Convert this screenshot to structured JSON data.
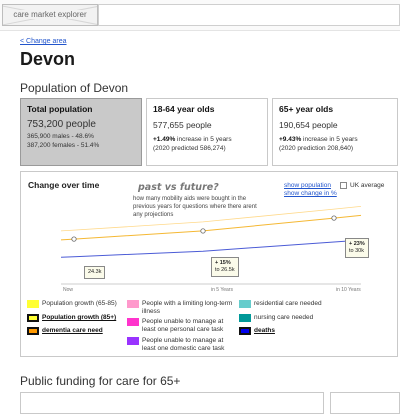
{
  "app": {
    "tab_label": "care market explorer"
  },
  "nav": {
    "change_area": "< Change area"
  },
  "page": {
    "title": "Devon",
    "section_population": "Population of Devon",
    "section_funding": "Public funding for care for 65+"
  },
  "cards": [
    {
      "title": "Total population",
      "value": "753,200 people",
      "line1": "365,900 males - 48.6%",
      "line2": "387,200 females - 51.4%"
    },
    {
      "title": "18-64 year olds",
      "value": "577,655 people",
      "pct": "+1.49%",
      "line1": " increase in 5 years",
      "line2": "(2020 predicted 586,274)"
    },
    {
      "title": "65+ year olds",
      "value": "190,654 people",
      "pct": "+9.43%",
      "line1": " increase in 5 years",
      "line2": "(2020 prediction 208,640)"
    }
  ],
  "chart": {
    "title": "Change over time",
    "callout_title": "past vs future?",
    "callout_text": "how many mobility aids were bought in the previous years for questions where there arent any projections",
    "show_population": "show population",
    "show_change": "show change in %",
    "uk_average_label": "UK average",
    "bubbles": [
      {
        "line1": "24.3k",
        "line2": ""
      },
      {
        "line1": "+ 15%",
        "line2": "to 26.5k"
      },
      {
        "line1": "+ 23%",
        "line2": "to 30k"
      }
    ],
    "x_labels": [
      "Now",
      "in 5 Years",
      "in 10 Years"
    ]
  },
  "chart_data": {
    "type": "line",
    "x": [
      "Now",
      "in 5 Years",
      "in 10 Years"
    ],
    "series": [
      {
        "values": [
          24.3,
          26.5,
          30.0
        ],
        "color": "#f5b833"
      },
      {
        "values": [
          24.3,
          26.5,
          30.0
        ],
        "color": "#ffd98a"
      },
      {
        "values": [
          19.5,
          21.0,
          23.5
        ],
        "color": "#4b5bd6"
      }
    ],
    "ylim": [
      14,
      33
    ],
    "grid": false
  },
  "legend": [
    {
      "label": "Population growth (65-85)",
      "color": "#ffff33",
      "bold": false,
      "underline": false
    },
    {
      "label": "Population growth (85+)",
      "color": "#ffff33",
      "bold": true,
      "underline": true
    },
    {
      "label": "dementia care need",
      "color": "#ff9900",
      "bold": true,
      "underline": true
    },
    {
      "label": "People with a limiting long-term illness",
      "color": "#ff99cc",
      "bold": false,
      "underline": false
    },
    {
      "label": "People unable to manage at least one personal care task",
      "color": "#ff33cc",
      "bold": false,
      "underline": false
    },
    {
      "label": "People unable to manage at least one domestic care task",
      "color": "#9933ff",
      "bold": false,
      "underline": false
    },
    {
      "label": "residential care needed",
      "color": "#66cccc",
      "bold": false,
      "underline": false
    },
    {
      "label": "nursing care needed",
      "color": "#009999",
      "bold": false,
      "underline": false
    },
    {
      "label": "deaths",
      "color": "#0000ee",
      "bold": true,
      "underline": true
    }
  ]
}
